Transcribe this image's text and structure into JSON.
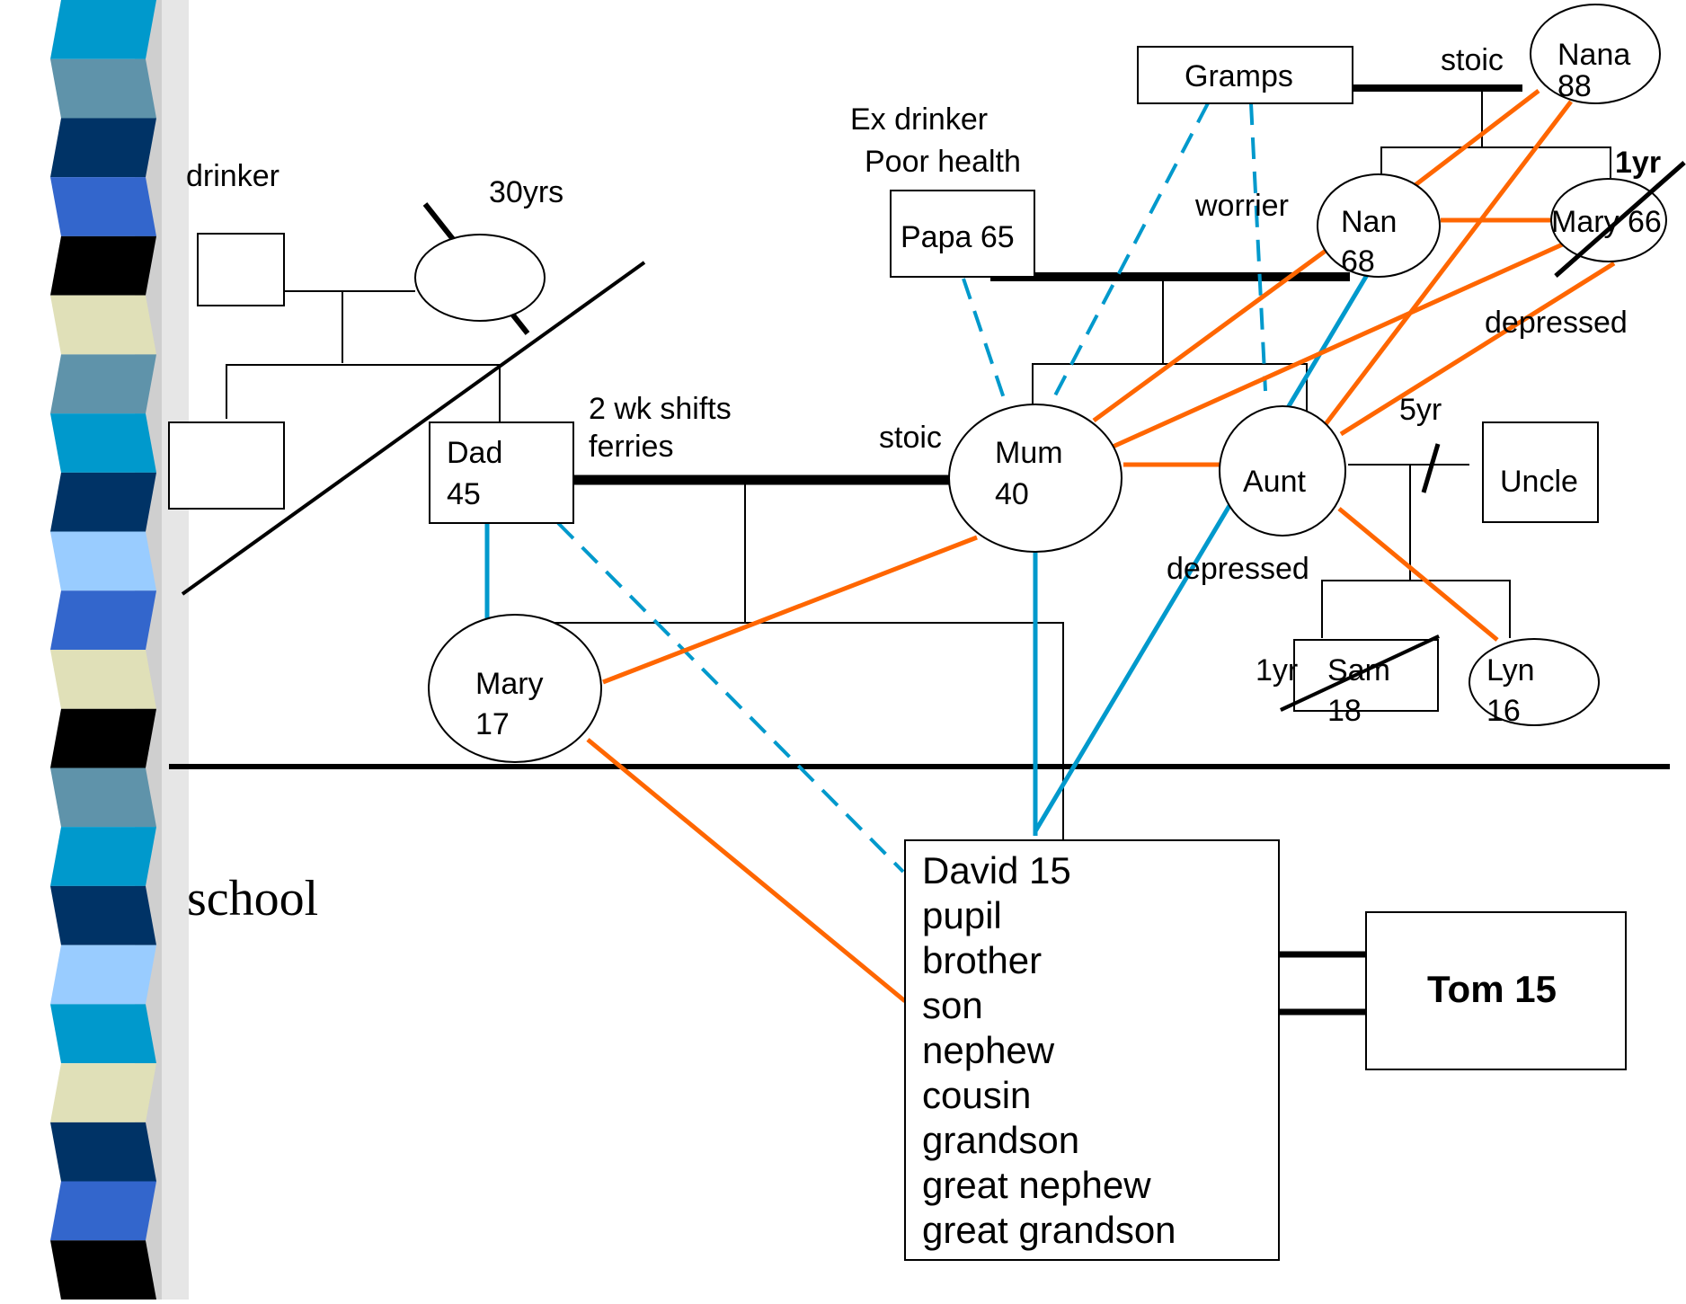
{
  "colors": {
    "conflict": "#ff6600",
    "close": "#0099cc",
    "strip": [
      "#0099cc",
      "#5f93aa",
      "#003366",
      "#3366cc",
      "#000000",
      "#e0e0b8",
      "#99ccff",
      "#333333"
    ]
  },
  "people": {
    "grandpa_dad_side": "",
    "grandma_dad_side": "",
    "uncle_dad_side": "",
    "dad": {
      "line1": "Dad",
      "line2": "45"
    },
    "papa": "Papa 65",
    "gramps": "Gramps",
    "nana": {
      "line1": "Nana",
      "line2": "88"
    },
    "nan": {
      "line1": "Nan",
      "line2": "68"
    },
    "mary_great_aunt": "Mary 66",
    "mum": {
      "line1": "Mum",
      "line2": "40"
    },
    "aunt": "Aunt",
    "uncle": "Uncle",
    "mary_sister": {
      "line1": "Mary",
      "line2": "17"
    },
    "sam": {
      "line1": "Sam",
      "line2": "18"
    },
    "lyn": {
      "line1": "Lyn",
      "line2": "16"
    },
    "tom": "Tom 15"
  },
  "david_roles": [
    "David 15",
    "pupil",
    "brother",
    "son",
    "nephew",
    "cousin",
    "grandson",
    "great nephew",
    "great grandson"
  ],
  "notes": {
    "drinker": "drinker",
    "thirty_yrs": "30yrs",
    "ex_drinker": "Ex drinker",
    "poor_health": "Poor health",
    "worrier": "worrier",
    "stoic_gramps": "stoic",
    "one_yr_mary": "1yr",
    "depressed_mary": "depressed",
    "shifts": "2 wk shifts",
    "ferries": "ferries",
    "stoic_mum": "stoic",
    "five_yr": "5yr",
    "depressed_aunt": "depressed",
    "one_yr_sam": "1yr",
    "school": "school"
  }
}
